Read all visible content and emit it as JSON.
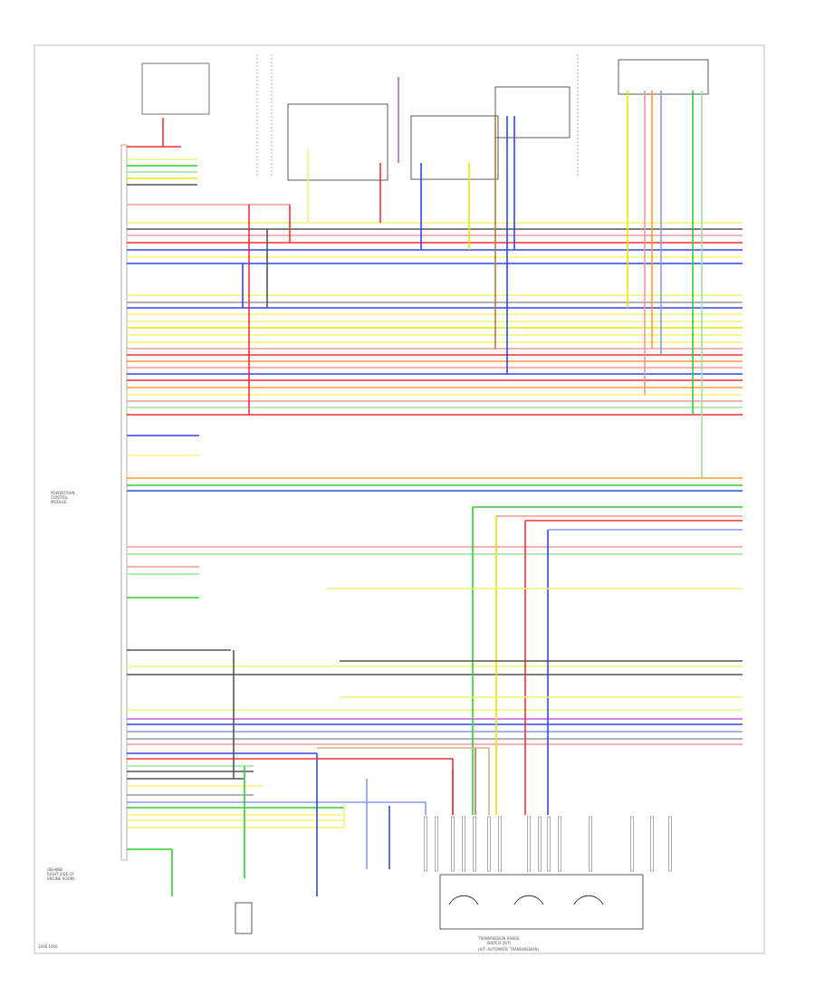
{
  "ecm_label": "POWERTRAIN\nCONTROL\nMODULE",
  "ecm_location": "(BEHIND\nRIGHT SIDE OF\nENGINE ROOM)",
  "tcm_label": "TRANSMISSION RANGE\nSWITCH (A/T)",
  "tcm_sub": "(A/T: AUTOMATIC TRANSMISSION)",
  "footer_code": "1006 1000",
  "colors": {
    "red": "#ee3333",
    "pink": "#f29a9a",
    "yellow": "#e6e600",
    "lightyellow": "#f2f27a",
    "green": "#33cc33",
    "lightgreen": "#99e699",
    "blue": "#3344ee",
    "lightblue": "#8899ee",
    "orange": "#ff9933",
    "gray": "#999999",
    "darkgray": "#555555",
    "violet": "#bb66cc",
    "brown": "#b07a4a",
    "tan": "#d4b483",
    "black": "#333333"
  }
}
